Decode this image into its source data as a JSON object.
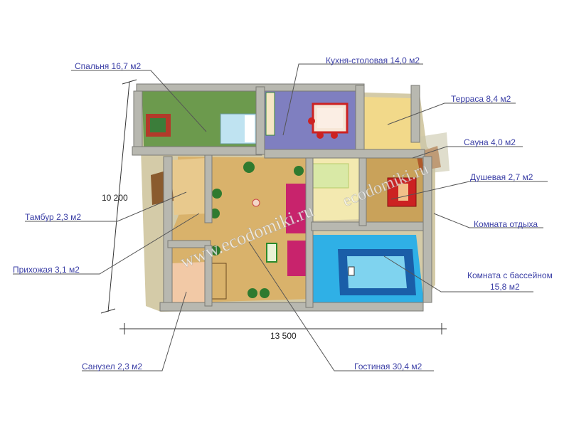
{
  "rooms": [
    {
      "id": "bedroom",
      "label": "Спальня 16,7 м2"
    },
    {
      "id": "kitchen",
      "label": "Кухня-столовая 14,0 м2"
    },
    {
      "id": "terrace",
      "label": "Терраса 8,4 м2"
    },
    {
      "id": "sauna",
      "label": "Сауна 4,0 м2"
    },
    {
      "id": "shower",
      "label": "Душевая 2,7 м2"
    },
    {
      "id": "rest",
      "label": "Комната отдыха"
    },
    {
      "id": "pool",
      "label": "Комната с бассейном"
    },
    {
      "id": "pool_area",
      "label": "15,8 м2"
    },
    {
      "id": "vestibule",
      "label": "Тамбур 2,3 м2"
    },
    {
      "id": "hallway",
      "label": "Прихожая 3,1 м2"
    },
    {
      "id": "bathroom",
      "label": "Санузел 2,3 м2"
    },
    {
      "id": "living",
      "label": "Гостиная 30,4 м2"
    }
  ],
  "dimensions": {
    "height": "10 200",
    "width": "13 500"
  },
  "watermarks": {
    "main": "www.ecodomiki.ru",
    "side": "ecodomiki.ru"
  },
  "colors": {
    "label": "#3b3fa6",
    "floor": "#d9b26b",
    "bedroom_floor": "#6c9a4d",
    "kitchen_floor": "#7f7fc0",
    "terrace_floor": "#f2d98a",
    "pool_room_floor": "#2fb0e6",
    "pool_water": "#7fd3ef",
    "sauna_floor": "#c9a25a",
    "log": "#b8b8b0",
    "rug": "#c8236c"
  }
}
